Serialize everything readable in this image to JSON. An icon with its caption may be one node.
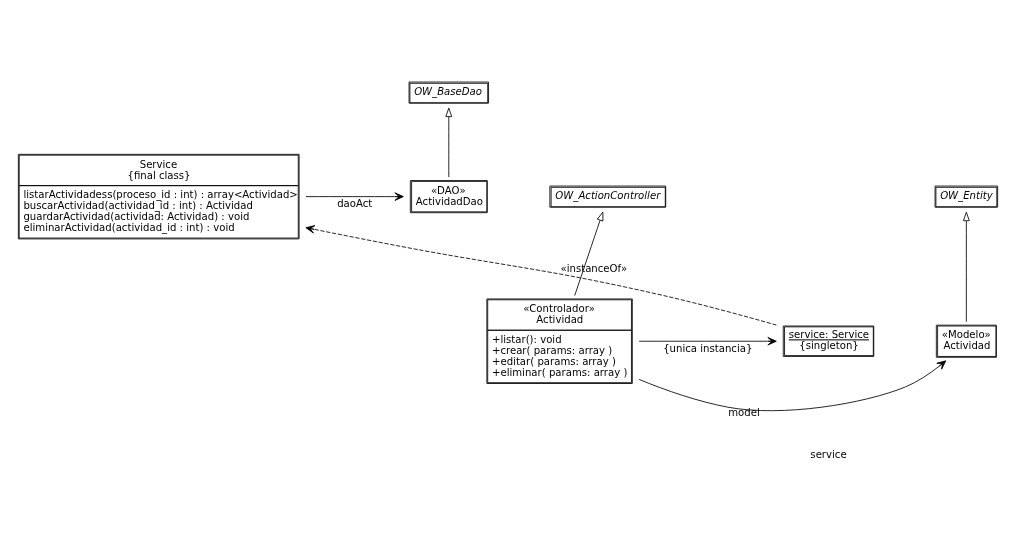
{
  "diagram": {
    "nodes": [
      {
        "text": [
          "Service",
          "{final class}",
          "listarActividadess(proceso_id : int) : array<Actividad>",
          "buscarActividad(actividad_id : int) : Actividad",
          "guardarActividad(actividad: Actividad) : void",
          "eliminarActividad(actividad_id : int) : void"
        ]
      },
      {
        "text": [
          "OW_BaseDao"
        ]
      },
      {
        "text": [
          "«DAO»",
          "ActividadDao"
        ]
      },
      {
        "text": [
          "OW_ActionController"
        ]
      },
      {
        "text": [
          "OW_Entity"
        ]
      },
      {
        "text": [
          "service: Service",
          "{singleton}"
        ]
      },
      {
        "text": [
          "«Controlador»",
          "Actividad",
          "+listar(): void",
          "+crear( params: array )",
          "+editar( params: array )",
          "+eliminar( params: array )"
        ]
      },
      {
        "text": [
          "«Modelo»",
          "Actividad"
        ]
      }
    ],
    "edges": [
      {
        "from": 0,
        "to": 2,
        "arrow": "to",
        "label": "daoAct"
      },
      {
        "from": 2,
        "to": 1,
        "arrow": "to"
      },
      {
        "from": 5,
        "to": 0,
        "arrow": "to",
        "label": "«instanceOf»",
        "style": "dashed"
      },
      {
        "from": 6,
        "to": 3,
        "arrow": "to"
      },
      {
        "from": 7,
        "to": 4,
        "arrow": "to"
      },
      {
        "from": 6,
        "to": 5,
        "arrow": "to",
        "label": "{unica instancia}"
      },
      {
        "from": 6,
        "to": 7,
        "arrow": "to",
        "label": "model"
      }
    ],
    "labels": [
      "service"
    ]
  }
}
